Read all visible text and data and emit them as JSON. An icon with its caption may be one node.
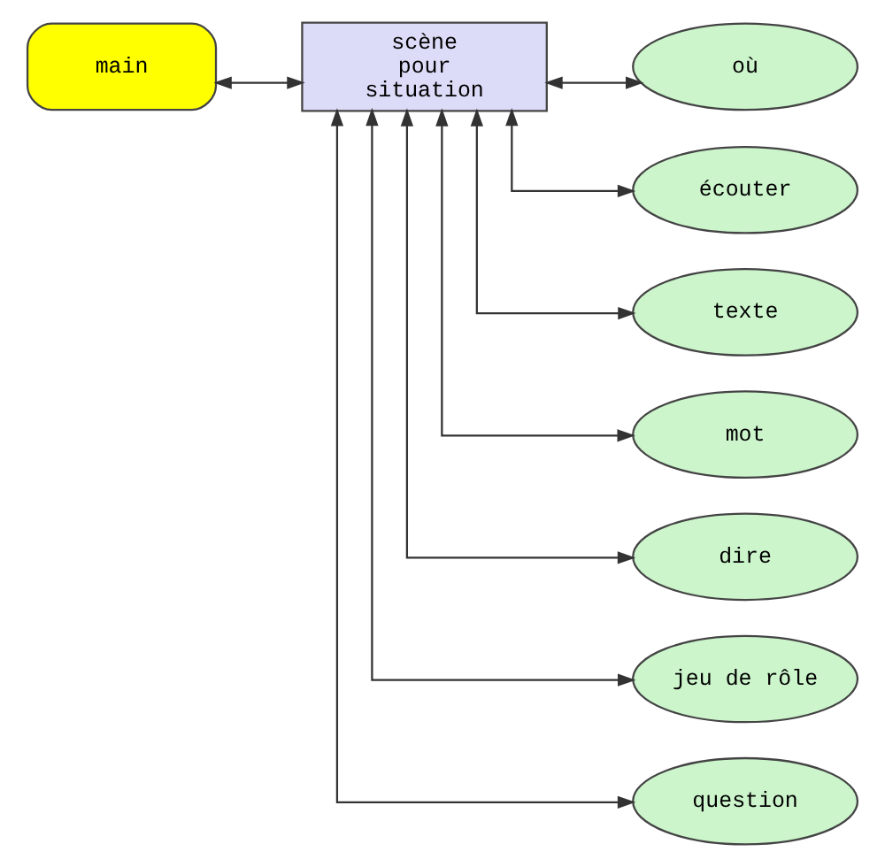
{
  "diagram": {
    "nodes": [
      {
        "text": [
          "main"
        ]
      },
      {
        "text": [
          "scène pour situation"
        ]
      },
      {
        "text": [
          "où"
        ]
      },
      {
        "text": [
          "écouter"
        ]
      },
      {
        "text": [
          "texte"
        ]
      },
      {
        "text": [
          "mot"
        ]
      },
      {
        "text": [
          "dire"
        ]
      },
      {
        "text": [
          "jeu de rôle"
        ]
      },
      {
        "text": [
          "question"
        ]
      }
    ],
    "edges": [
      {
        "from": 0,
        "to": 1,
        "arrow": "both"
      },
      {
        "from": 1,
        "to": 2,
        "arrow": "both"
      },
      {
        "from": 1,
        "to": 3,
        "arrow": "both"
      },
      {
        "from": 1,
        "to": 4,
        "arrow": "both"
      },
      {
        "from": 1,
        "to": 5,
        "arrow": "both"
      },
      {
        "from": 1,
        "to": 6,
        "arrow": "both"
      },
      {
        "from": 1,
        "to": 7,
        "arrow": "both"
      },
      {
        "from": 1,
        "to": 8,
        "arrow": "both"
      }
    ]
  }
}
